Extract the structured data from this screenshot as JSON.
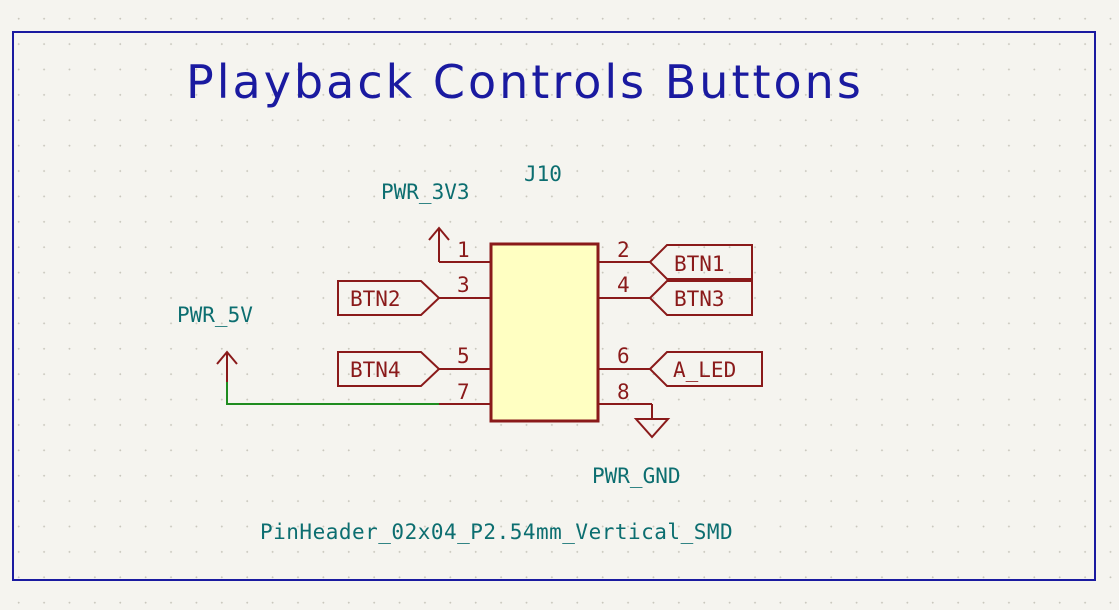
{
  "sheet": {
    "title": "Playback Controls Buttons",
    "border_color": "#1a1aa0"
  },
  "component": {
    "reference": "J10",
    "footprint": "PinHeader_02x04_P2.54mm_Vertical_SMD",
    "body_fill": "#ffffc2",
    "body_stroke": "#8a1a1a",
    "pins": [
      {
        "number": "1",
        "side": "left"
      },
      {
        "number": "2",
        "side": "right"
      },
      {
        "number": "3",
        "side": "left"
      },
      {
        "number": "4",
        "side": "right"
      },
      {
        "number": "5",
        "side": "left"
      },
      {
        "number": "6",
        "side": "right"
      },
      {
        "number": "7",
        "side": "left"
      },
      {
        "number": "8",
        "side": "right"
      }
    ]
  },
  "power": {
    "v3": "PWR_3V3",
    "v5": "PWR_5V",
    "gnd": "PWR_GND"
  },
  "labels": {
    "btn1": "BTN1",
    "btn2": "BTN2",
    "btn3": "BTN3",
    "btn4": "BTN4",
    "a_led": "A_LED"
  },
  "colors": {
    "symbol": "#8a1a1a",
    "power_text": "#0c6e70",
    "wire": "#1f8c1f"
  }
}
